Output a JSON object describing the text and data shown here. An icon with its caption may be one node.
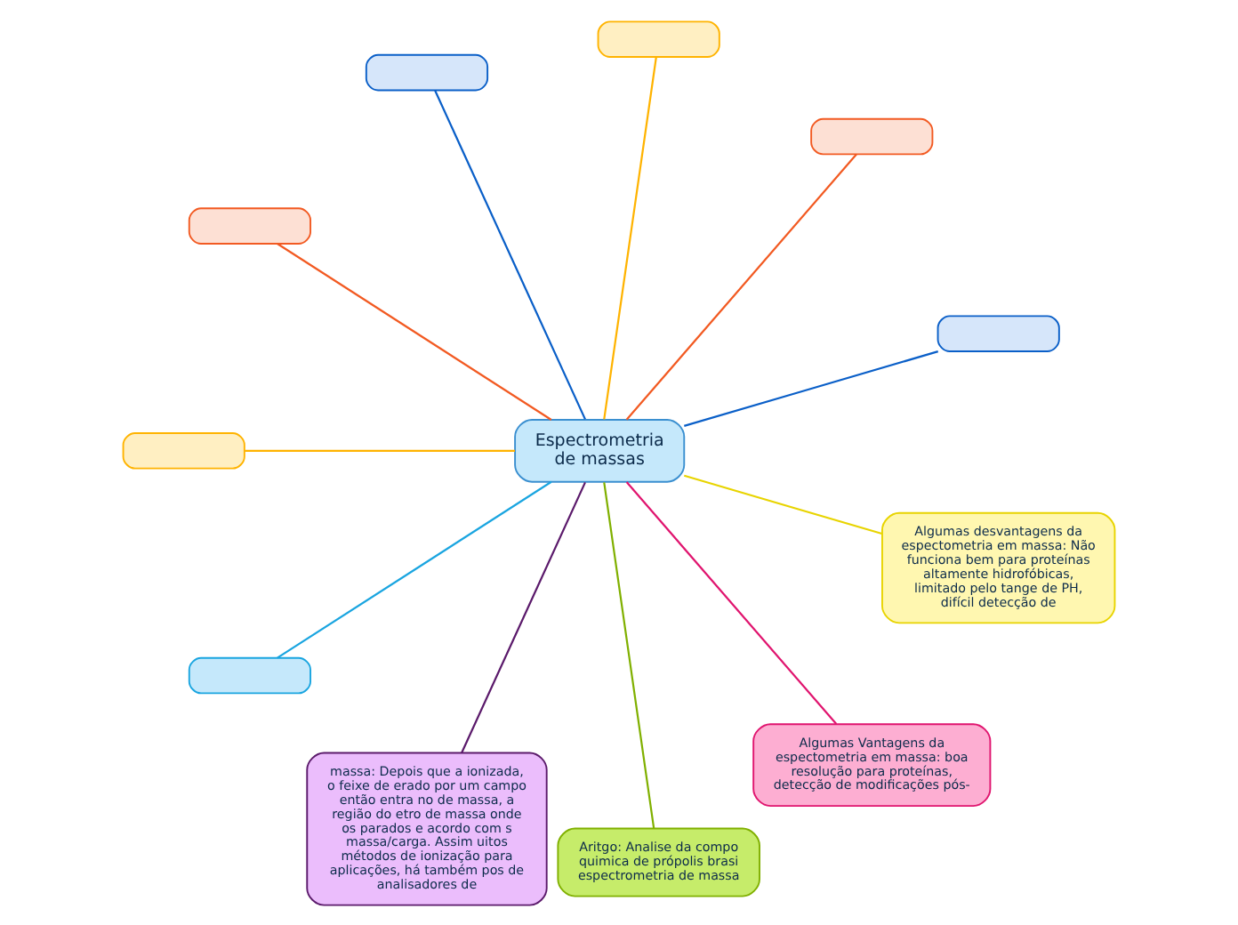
{
  "diagram": {
    "nodes": [
      {
        "text": [
          "Espectrometria de massas"
        ]
      },
      {
        "text": [],
        "shape": "box"
      },
      {
        "text": [],
        "shape": "box"
      },
      {
        "text": [],
        "shape": "box"
      },
      {
        "text": [],
        "shape": "box"
      },
      {
        "text": [],
        "shape": "box"
      },
      {
        "text": [],
        "shape": "box"
      },
      {
        "text": [],
        "shape": "box"
      },
      {
        "text": [
          "massa: Depois que a ionizada, o feixe de erado por um campo então entra no de massa, a região do etro de massa onde os parados e acordo com s massa/carga. Assim uitos métodos de ionização para aplicações, há também pos de analisadores de"
        ]
      },
      {
        "text": [
          "Aritgo: Analise da compo quimica de própolis brasi espectrometria de massa"
        ]
      },
      {
        "text": [
          "Algumas Vantagens da espectometria em massa: boa resolução para proteínas, detecção de modificações pós-"
        ]
      },
      {
        "text": [
          "Algumas desvantagens da espectometria em massa: Não funciona bem para proteínas altamente hidrofóbicas, limitado pelo tange de PH, difícil detecção de"
        ]
      }
    ],
    "edges": [
      {
        "from": 0,
        "to": 1,
        "arrow": "none",
        "color": "#0a5fc8"
      },
      {
        "from": 0,
        "to": 2,
        "arrow": "none",
        "color": "#f25a22"
      },
      {
        "from": 0,
        "to": 3,
        "arrow": "none",
        "color": "#ffb300"
      },
      {
        "from": 0,
        "to": 4,
        "arrow": "none",
        "color": "#0a5fc8"
      },
      {
        "from": 0,
        "to": 5,
        "arrow": "none",
        "color": "#f25a22"
      },
      {
        "from": 0,
        "to": 6,
        "arrow": "none",
        "color": "#ffb300"
      },
      {
        "from": 0,
        "to": 7,
        "arrow": "none",
        "color": "#1aa5e0"
      },
      {
        "from": 0,
        "to": 8,
        "arrow": "none",
        "color": "#5b1a6b"
      },
      {
        "from": 0,
        "to": 9,
        "arrow": "none",
        "color": "#80b000"
      },
      {
        "from": 0,
        "to": 10,
        "arrow": "none",
        "color": "#e0156f"
      },
      {
        "from": 0,
        "to": 11,
        "arrow": "none",
        "color": "#e8d400"
      }
    ]
  }
}
